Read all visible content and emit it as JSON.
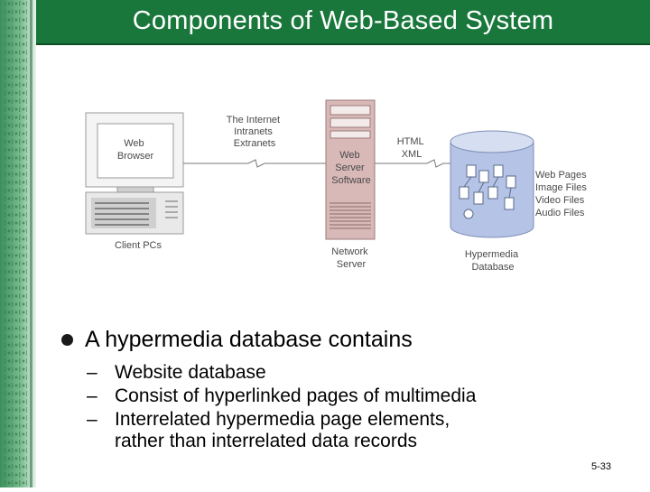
{
  "slide": {
    "title": "Components of Web-Based System",
    "number": "5-33"
  },
  "diagram": {
    "client_label": "Client PCs",
    "browser_label": [
      "Web",
      "Browser"
    ],
    "network_labels": [
      "The Internet",
      "Intranets",
      "Extranets"
    ],
    "server_software_label": [
      "Web",
      "Server",
      "Software"
    ],
    "server_label": [
      "Network",
      "Server"
    ],
    "protocol_labels": [
      "HTML",
      "XML"
    ],
    "database_label": [
      "Hypermedia",
      "Database"
    ],
    "content_labels": [
      "Web Pages",
      "Image Files",
      "Video Files",
      "Audio Files"
    ]
  },
  "content": {
    "main_bullet": "A hypermedia database contains",
    "sub_bullets": [
      "Website database",
      "Consist of hyperlinked pages of multimedia",
      "Interrelated hypermedia page elements, rather than interrelated data records"
    ],
    "dash": "–"
  },
  "colors": {
    "title_bar": "#19773b",
    "server_tower": "#d9b8b8",
    "database": "#b5c3e6"
  }
}
